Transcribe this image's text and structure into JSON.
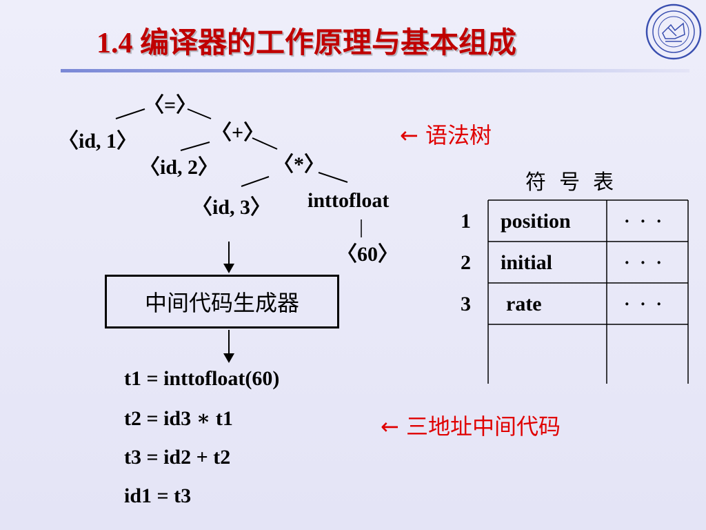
{
  "slide": {
    "title": "1.4 编译器的工作原理与基本组成"
  },
  "syntax_tree": {
    "root": "〈=〉",
    "id1": "〈id, 1〉",
    "plus": "〈+〉",
    "id2": "〈id, 2〉",
    "times": "〈*〉",
    "id3": "〈id, 3〉",
    "inttofloat": "inttofloat",
    "num60": "〈60〉",
    "label": "← 语法树"
  },
  "generator": {
    "label": "中间代码生成器"
  },
  "three_address_code": {
    "lines": [
      "t1 = inttofloat(60)",
      "t2 = id3 ∗ t1",
      "t3 = id2 + t2",
      "id1 = t3"
    ],
    "label": "← 三地址中间代码"
  },
  "symbol_table": {
    "title": "符  号  表",
    "rows": [
      {
        "index": "1",
        "name": "position",
        "info": "· · ·"
      },
      {
        "index": "2",
        "name": "initial",
        "info": "· · ·"
      },
      {
        "index": "3",
        "name": "rate",
        "info": "· · ·"
      }
    ]
  },
  "colors": {
    "title": "#c00000",
    "annotation": "#e00000",
    "rule": "#7a88d6",
    "logo": "#3a4fb0"
  }
}
